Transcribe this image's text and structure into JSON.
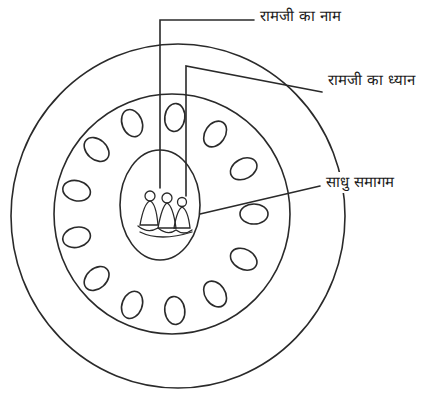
{
  "diagram": {
    "labels": [
      "रामजी का नाम",
      "रामजी का ध्यान",
      "साधु समागम"
    ]
  }
}
